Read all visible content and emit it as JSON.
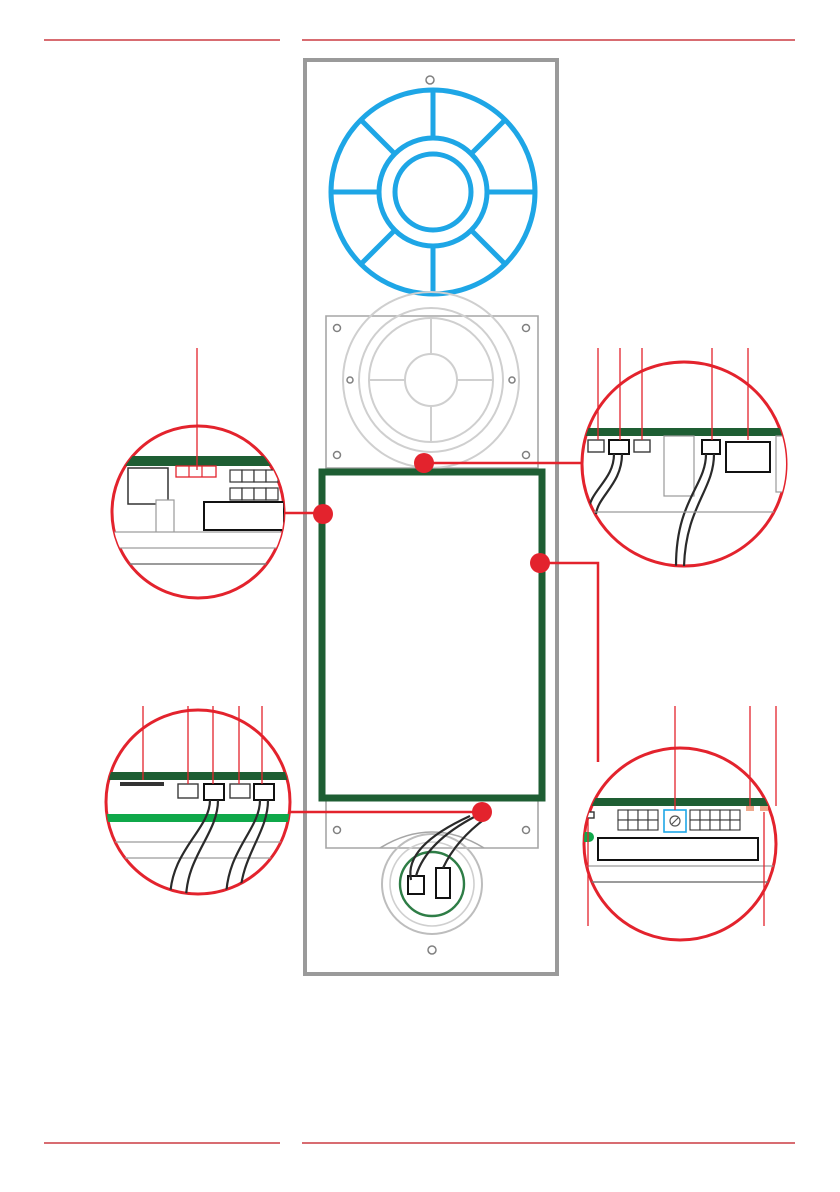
{
  "diagram": {
    "colors": {
      "leader": "#e3232d",
      "rule": "#c0141c",
      "pcb": "#1e5e33",
      "keypad": "#1ea6e6",
      "panel_frame": "#9a9a9a",
      "terminal_green": "#0fa84a",
      "terminal_blue": "#1ea6e6"
    },
    "elements": [
      "header-rules",
      "footer-rules",
      "front-panel",
      "keypad",
      "speaker",
      "main-board",
      "microphone",
      "detail-left",
      "detail-top-right",
      "detail-bottom-left",
      "detail-bottom-right"
    ]
  }
}
